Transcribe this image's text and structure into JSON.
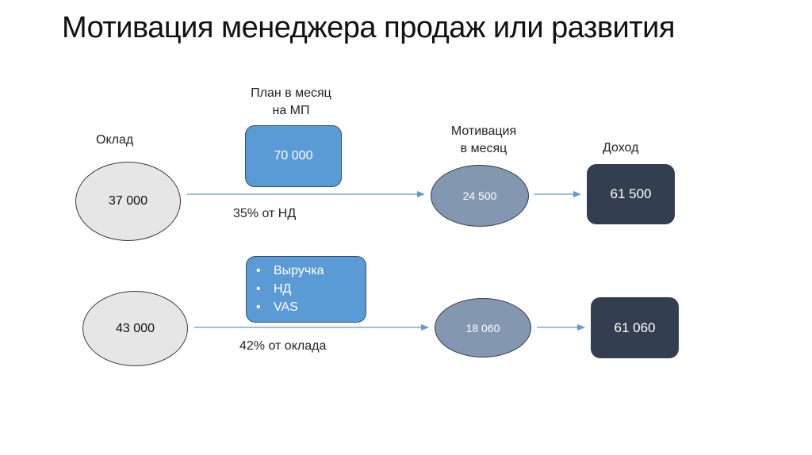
{
  "title": "Мотивация менеджера продаж или развития",
  "row1": {
    "salary_label": "Оклад",
    "salary_value": "37 000",
    "plan_label_line1": "План в месяц",
    "plan_label_line2": "на МП",
    "plan_value": "70 000",
    "rate_label": "35% от НД",
    "motivation_label_line1": "Мотивация",
    "motivation_label_line2": "в месяц",
    "motivation_value": "24 500",
    "income_label": "Доход",
    "income_value": "61 500"
  },
  "row2": {
    "salary_value": "43 000",
    "metrics": [
      "Выручка",
      "НД",
      "VAS"
    ],
    "rate_label": "42% от оклада",
    "motivation_value": "18 060",
    "income_value": "61 060"
  },
  "colors": {
    "salary_fill": "#e6e6e6",
    "plan_fill": "#5b9bd5",
    "motivation_fill": "#8497b0",
    "income_fill": "#333f50",
    "arrow": "#5b9bd5"
  }
}
